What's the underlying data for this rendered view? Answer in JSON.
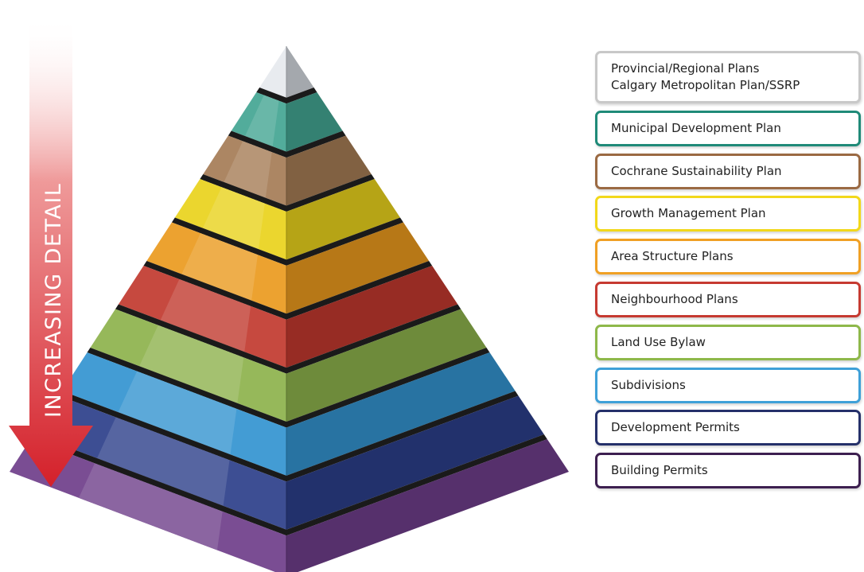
{
  "arrow": {
    "label": "INCREASING DETAIL",
    "color": "#d4202a"
  },
  "levels": [
    {
      "lines": [
        "Provincial/Regional Plans",
        "Calgary Metropolitan Plan/SSRP"
      ],
      "color": "#c8c8c8",
      "tier_color": "#dbe0e6"
    },
    {
      "lines": [
        "Municipal Development Plan"
      ],
      "color": "#1f8a78",
      "tier_color": "#43a592"
    },
    {
      "lines": [
        "Cochrane Sustainability Plan"
      ],
      "color": "#9b6a43",
      "tier_color": "#a57c55"
    },
    {
      "lines": [
        "Growth Management Plan"
      ],
      "color": "#f2d81a",
      "tier_color": "#e9d21c"
    },
    {
      "lines": [
        "Area Structure Plans"
      ],
      "color": "#f0a024",
      "tier_color": "#ea9a1e"
    },
    {
      "lines": [
        "Neighbourhood Plans"
      ],
      "color": "#c63a31",
      "tier_color": "#c1392e"
    },
    {
      "lines": [
        "Land Use Bylaw"
      ],
      "color": "#8eb84a",
      "tier_color": "#8db24c"
    },
    {
      "lines": [
        "Subdivisions"
      ],
      "color": "#3ea0d8",
      "tier_color": "#3393d0"
    },
    {
      "lines": [
        "Development Permits"
      ],
      "color": "#25306a",
      "tier_color": "#2c3f8a"
    },
    {
      "lines": [
        "Building Permits"
      ],
      "color": "#3d1f50",
      "tier_color": "#6e3e8a"
    }
  ]
}
